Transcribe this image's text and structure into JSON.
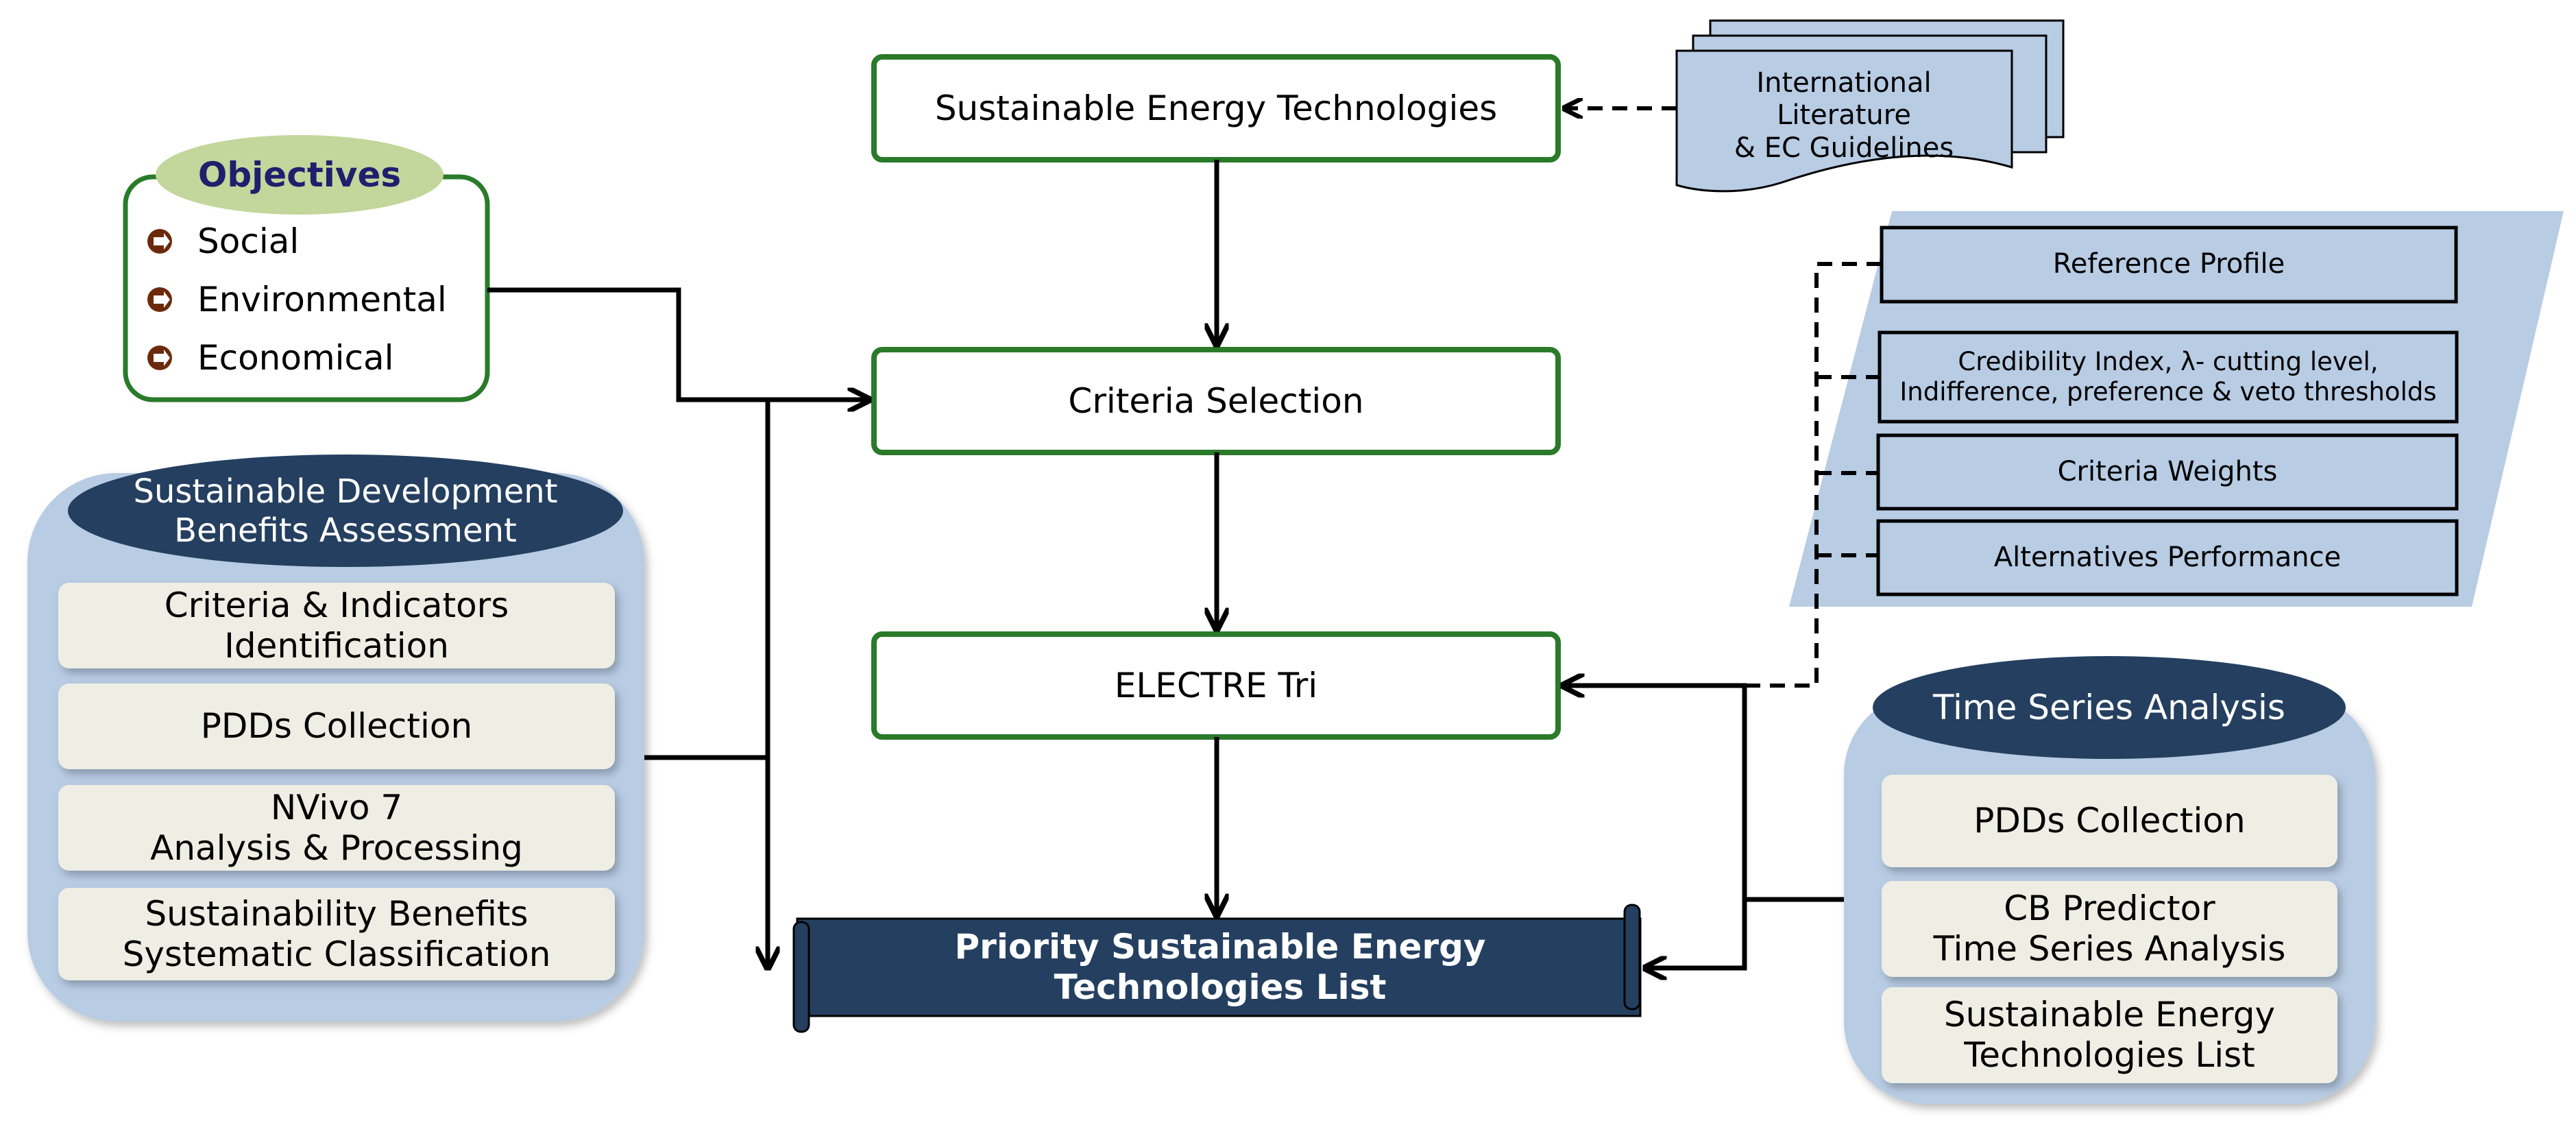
{
  "diagram": {
    "main_flow": {
      "technologies": "Sustainable Energy Technologies",
      "criteria": "Criteria Selection",
      "electre": "ELECTRE Tri",
      "priority": "Priority Sustainable Energy\nTechnologies List"
    },
    "documents": {
      "label": "International\nLiterature\n& EC Guidelines"
    },
    "objectives": {
      "title": "Objectives",
      "items": [
        "Social",
        "Environmental",
        "Economical"
      ]
    },
    "sd_assessment": {
      "title": "Sustainable Development\nBenefits Assessment",
      "steps": [
        "Criteria & Indicators\nIdentification",
        "PDDs Collection",
        "NVivo 7\nAnalysis & Processing",
        "Sustainability Benefits\nSystematic Classification"
      ]
    },
    "parameters": {
      "items": [
        "Reference Profile",
        "Credibility Index, λ- cutting level,\nIndifference, preference & veto thresholds",
        "Criteria Weights",
        "Alternatives Performance"
      ]
    },
    "time_series": {
      "title": "Time Series Analysis",
      "steps": [
        "PDDs Collection",
        "CB Predictor\nTime Series Analysis",
        "Sustainable Energy\nTechnologies List"
      ]
    },
    "colors": {
      "green_border": "#2a7a2a",
      "light_blue": "#b8cce4",
      "navy": "#243f60",
      "cream": "#eeeee4",
      "light_green": "#c3d69b",
      "bullet_brown": "#6b2a0c"
    }
  }
}
